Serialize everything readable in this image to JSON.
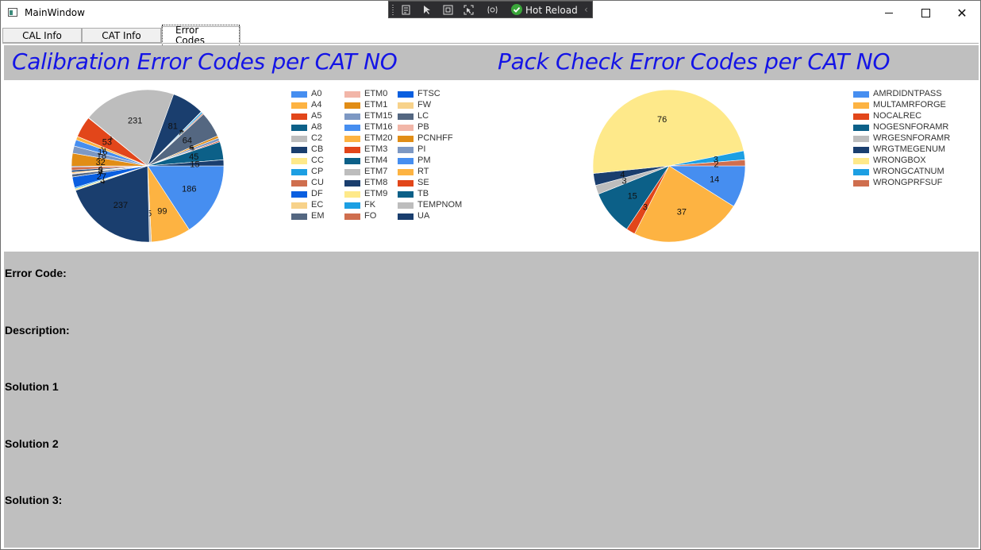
{
  "window": {
    "title": "MainWindow"
  },
  "devtoolbar": {
    "hot_reload_label": "Hot Reload"
  },
  "tabs": [
    {
      "label": "CAL Info"
    },
    {
      "label": "CAT Info"
    },
    {
      "label": "Error Codes",
      "selected": true
    }
  ],
  "left_section": {
    "title": "Calibration Error Codes per CAT NO"
  },
  "right_section": {
    "title": "Pack Check Error Codes per CAT NO"
  },
  "details": {
    "error_code_label": "Error Code:",
    "description_label": "Description:",
    "solution1_label": "Solution 1",
    "solution2_label": "Solution 2",
    "solution3_label": "Solution 3:"
  },
  "palette": [
    "#468ef0",
    "#fdb342",
    "#e2461a",
    "#0c6088",
    "#bdbdbd",
    "#1a3e6e",
    "#fee98a",
    "#1c9fe3",
    "#cf6e4e",
    "#0a5fe0",
    "#f7d28a",
    "#546781",
    "#f2b6a8",
    "#e18d16",
    "#7d98c3"
  ],
  "chart_data": [
    {
      "type": "pie",
      "title": "Calibration Error Codes per CAT NO",
      "start_angle_deg": 0,
      "direction": "clockwise",
      "legend_position": "right",
      "legend_columns": 3,
      "slices": [
        {
          "label": "A0",
          "value": 186,
          "color": "#468ef0"
        },
        {
          "label": "A4",
          "value": 99,
          "color": "#fdb342"
        },
        {
          "label": "A5",
          "value": 0,
          "color": "#e2461a"
        },
        {
          "label": "A8",
          "value": 0,
          "color": "#0c6088"
        },
        {
          "label": "C2",
          "value": 5,
          "color": "#bdbdbd"
        },
        {
          "label": "CB",
          "value": 237,
          "color": "#1a3e6e"
        },
        {
          "label": "CC",
          "value": 4,
          "color": "#fee98a"
        },
        {
          "label": "CP",
          "value": 3,
          "color": "#1c9fe3"
        },
        {
          "label": "CU",
          "value": 0,
          "color": "#cf6e4e"
        },
        {
          "label": "DF",
          "value": 27,
          "color": "#0a5fe0"
        },
        {
          "label": "EC",
          "value": 0,
          "color": "#f7d28a"
        },
        {
          "label": "EM",
          "value": 7,
          "color": "#546781"
        },
        {
          "label": "ETM0",
          "value": 2,
          "color": "#f2b6a8"
        },
        {
          "label": "ETM1",
          "value": 0,
          "color": "#e18d16"
        },
        {
          "label": "ETM15",
          "value": 0,
          "color": "#7d98c3"
        },
        {
          "label": "ETM16",
          "value": 0,
          "color": "#468ef0"
        },
        {
          "label": "ETM20",
          "value": 3,
          "color": "#fdb342"
        },
        {
          "label": "ETM3",
          "value": 0,
          "color": "#e2461a"
        },
        {
          "label": "ETM4",
          "value": 0,
          "color": "#0c6088"
        },
        {
          "label": "ETM7",
          "value": 0,
          "color": "#bdbdbd"
        },
        {
          "label": "ETM8",
          "value": 5,
          "color": "#1a3e6e"
        },
        {
          "label": "ETM9",
          "value": 0,
          "color": "#fee98a"
        },
        {
          "label": "FK",
          "value": 0,
          "color": "#1c9fe3"
        },
        {
          "label": "FO",
          "value": 8,
          "color": "#cf6e4e"
        },
        {
          "label": "FTSC",
          "value": 0,
          "color": "#0a5fe0"
        },
        {
          "label": "FW",
          "value": 0,
          "color": "#f7d28a"
        },
        {
          "label": "LC",
          "value": 2,
          "color": "#546781"
        },
        {
          "label": "PB",
          "value": 0,
          "color": "#f2b6a8"
        },
        {
          "label": "PCNHFF",
          "value": 32,
          "color": "#e18d16"
        },
        {
          "label": "PI",
          "value": 18,
          "color": "#7d98c3"
        },
        {
          "label": "PM",
          "value": 16,
          "color": "#468ef0"
        },
        {
          "label": "RT",
          "value": 9,
          "color": "#fdb342"
        },
        {
          "label": "SE",
          "value": 53,
          "color": "#e2461a"
        },
        {
          "label": "TB",
          "value": 1,
          "color": "#0c6088"
        },
        {
          "label": "TEMPNOM",
          "value": 231,
          "color": "#bdbdbd"
        },
        {
          "label": "UA",
          "value": 81,
          "color": "#1a3e6e"
        },
        {
          "label": "",
          "value": 1,
          "color": "#fee98a"
        },
        {
          "label": "",
          "value": 4,
          "color": "#1c9fe3"
        },
        {
          "label": "",
          "value": 3,
          "color": "#cf6e4e"
        },
        {
          "label": "",
          "value": 64,
          "color": "#546781"
        },
        {
          "label": "",
          "value": 6,
          "color": "#e18d16"
        },
        {
          "label": "",
          "value": 7,
          "color": "#7d98c3"
        },
        {
          "label": "",
          "value": 3,
          "color": "#e2461a"
        },
        {
          "label": "",
          "value": 45,
          "color": "#0c6088"
        },
        {
          "label": "",
          "value": 15,
          "color": "#1a3e6e"
        }
      ]
    },
    {
      "type": "pie",
      "title": "Pack Check Error Codes per CAT NO",
      "start_angle_deg": 0,
      "direction": "clockwise",
      "legend_position": "right",
      "legend_columns": 1,
      "slices": [
        {
          "label": "AMRDIDNTPASS",
          "value": 14,
          "color": "#468ef0"
        },
        {
          "label": "MULTAMRFORGE",
          "value": 37,
          "color": "#fdb342"
        },
        {
          "label": "NOCALREC",
          "value": 3,
          "color": "#e2461a"
        },
        {
          "label": "NOGESNFORAMR",
          "value": 15,
          "color": "#0c6088"
        },
        {
          "label": "WRGESNFORAMR",
          "value": 3,
          "color": "#bdbdbd"
        },
        {
          "label": "WRGTMEGENUM",
          "value": 4,
          "color": "#1a3e6e"
        },
        {
          "label": "WRONGBOX",
          "value": 76,
          "color": "#fee98a"
        },
        {
          "label": "WRONGCATNUM",
          "value": 3,
          "color": "#1c9fe3"
        },
        {
          "label": "WRONGPRFSUF",
          "value": 2,
          "color": "#cf6e4e"
        }
      ]
    }
  ]
}
